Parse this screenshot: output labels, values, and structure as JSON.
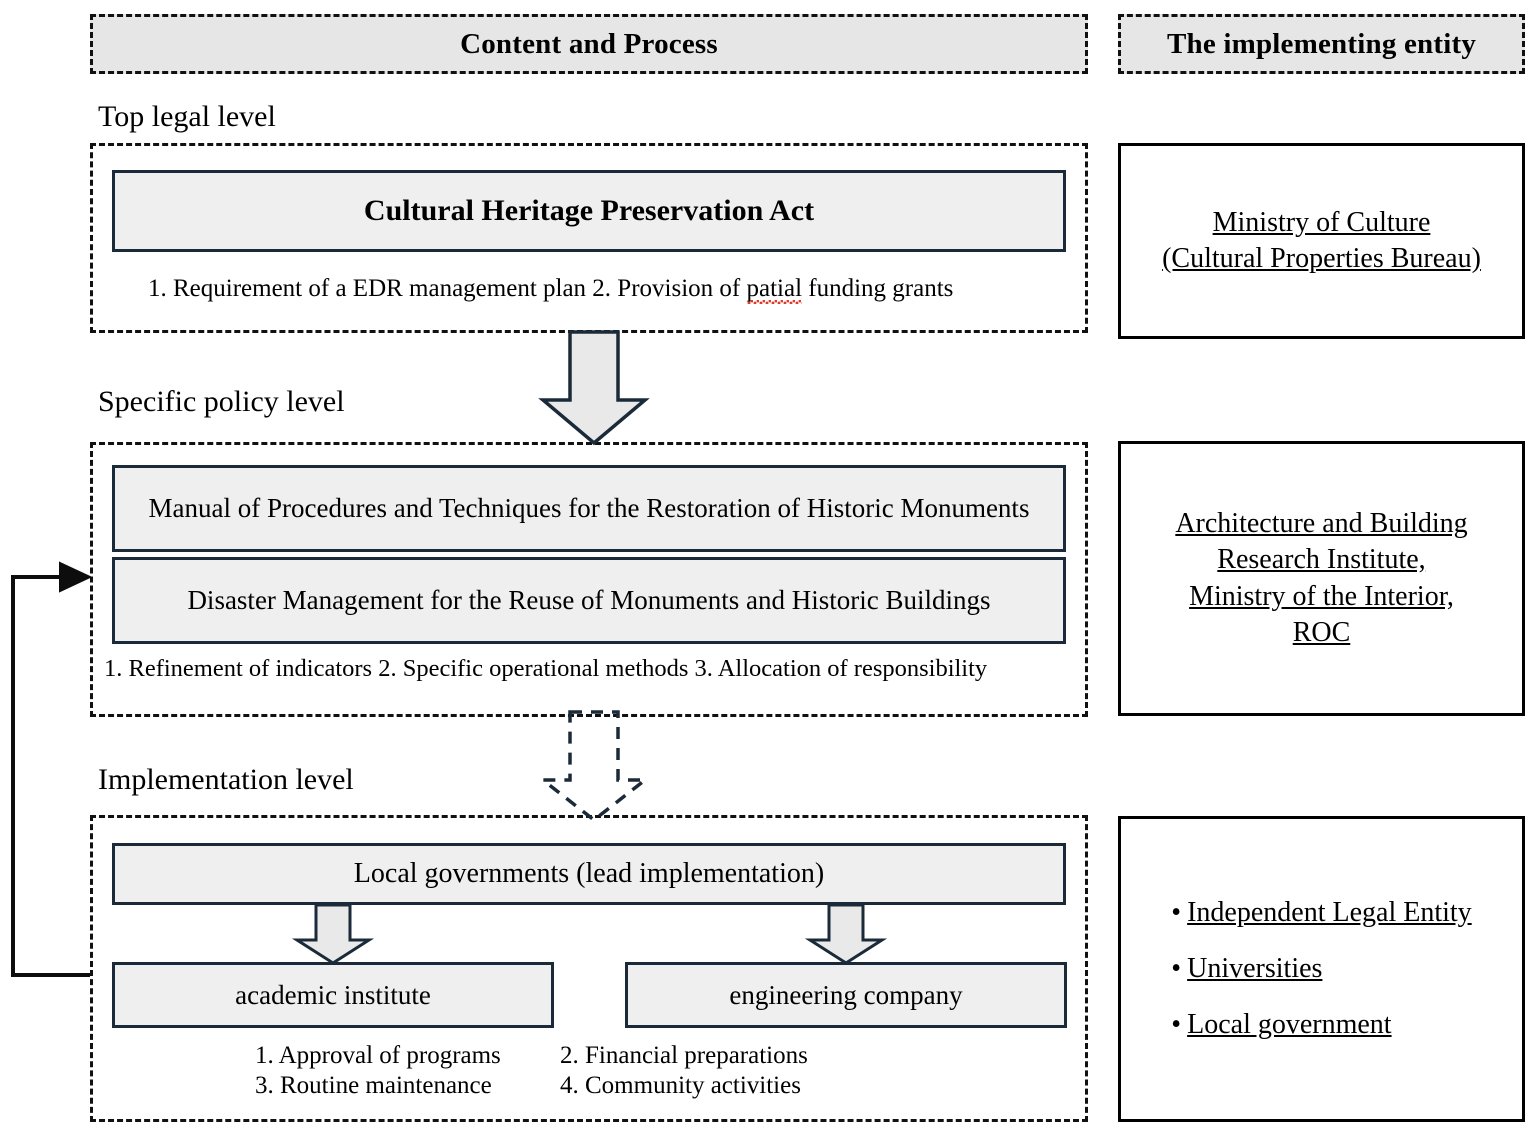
{
  "header": {
    "content_label": "Content and Process",
    "entity_label": "The implementing entity"
  },
  "levels": {
    "top": {
      "caption": "Top legal level",
      "box_title": "Cultural Heritage Preservation Act",
      "note_a": "1. Requirement of a EDR management plan   2. Provision of ",
      "note_misspelled": "patial",
      "note_b": " funding grants"
    },
    "policy": {
      "caption": "Specific policy level",
      "box_manual": "Manual of Procedures and Techniques for the Restoration of Historic Monuments",
      "box_disaster": "Disaster Management for the Reuse of Monuments and Historic Buildings",
      "note": "1. Refinement of indicators 2. Specific operational methods 3. Allocation of responsibility"
    },
    "implementation": {
      "caption": "Implementation level",
      "box_local": "Local governments (lead implementation)",
      "box_academic": "academic institute",
      "box_engineering": "engineering company",
      "notes": [
        "1. Approval of programs",
        "2. Financial preparations",
        "3. Routine maintenance",
        "4. Community activities"
      ]
    }
  },
  "entities": {
    "top": {
      "line1": "Ministry of Culture",
      "line2": "(Cultural Properties Bureau)"
    },
    "policy": {
      "line1": "Architecture and Building",
      "line2": "Research Institute,",
      "line3": "Ministry of the Interior,",
      "line4": "ROC"
    },
    "implementation": {
      "bullet_char": "•",
      "items": [
        "Independent Legal Entity",
        "Universities",
        "Local government"
      ]
    }
  },
  "icons": {
    "block_arrow_solid": "down-block-arrow-icon",
    "block_arrow_dashed": "down-block-arrow-dashed-icon",
    "feedback_arrow": "feedback-loop-arrow-icon"
  },
  "colors": {
    "box_border": "#1b2a38",
    "box_fill": "#f0efef",
    "header_fill": "#e6e6e6",
    "dashed_border": "#111111",
    "entity_border": "#000000",
    "spellcheck": "#e03b2a"
  }
}
